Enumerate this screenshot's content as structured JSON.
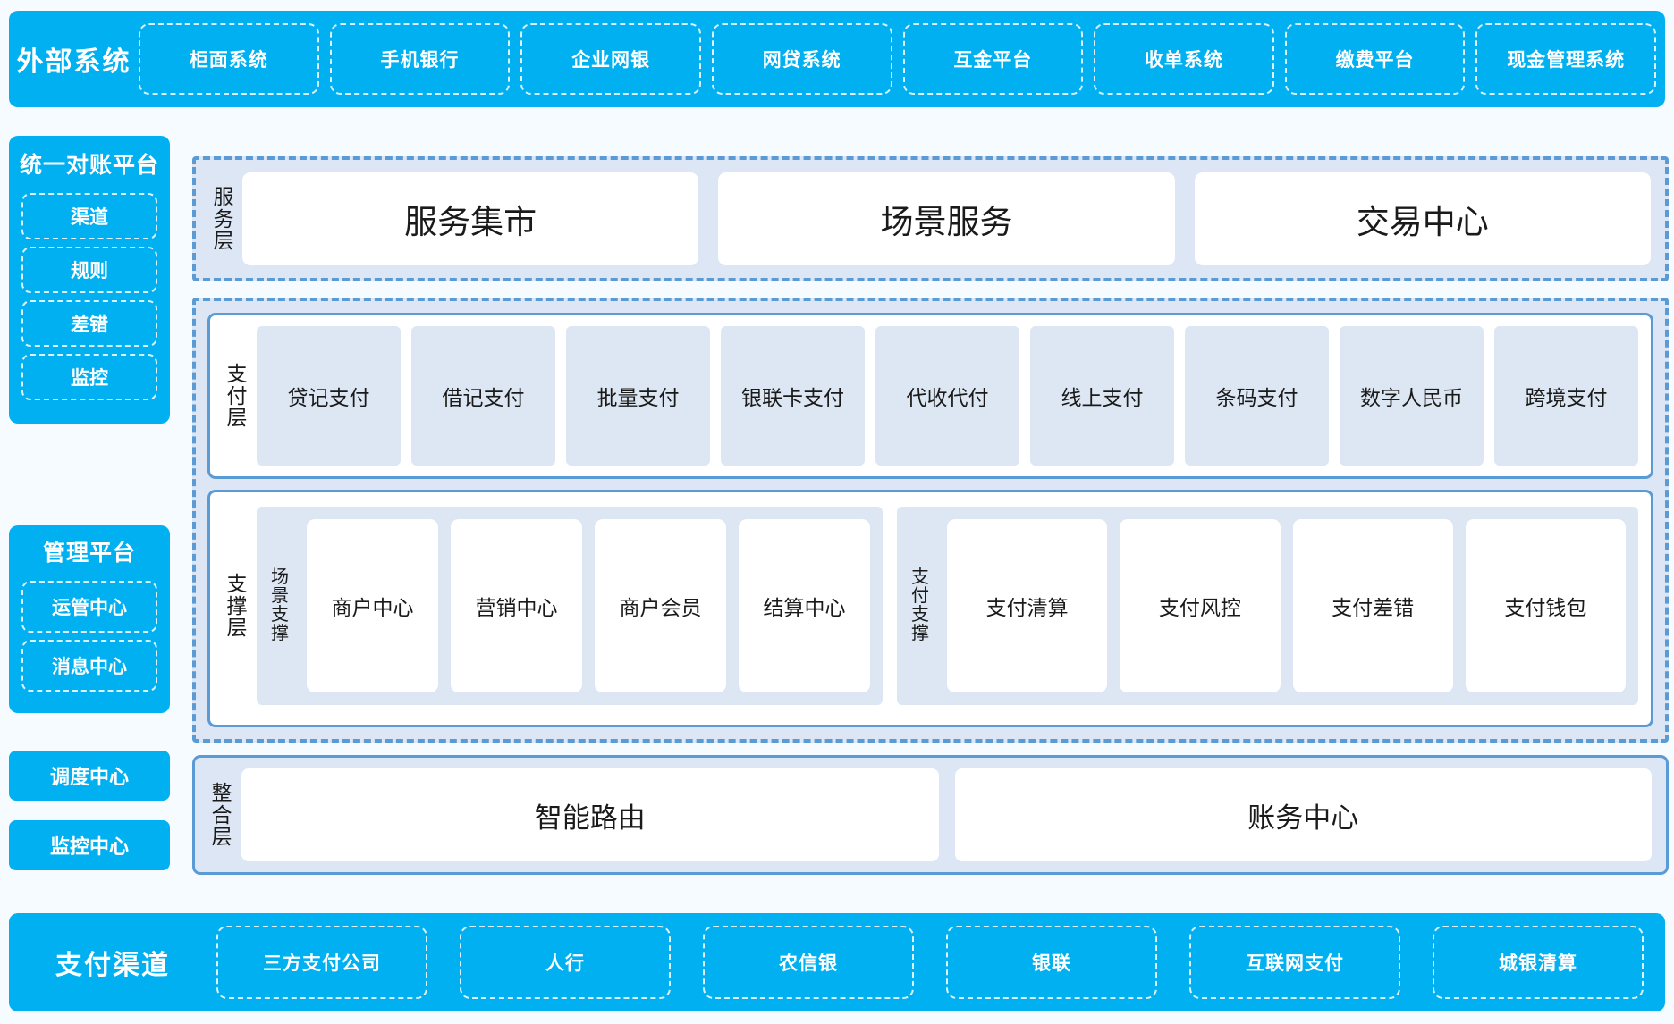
{
  "colors": {
    "brand_blue": "#00b0f0",
    "dashed_border": "#5b9bd5",
    "panel_fill": "#dce6f4",
    "card_fill": "#dde7f3",
    "page_bg": "#f5fbff",
    "white": "#ffffff"
  },
  "external_systems": {
    "title": "外部系统",
    "items": [
      "柜面系统",
      "手机银行",
      "企业网银",
      "网贷系统",
      "互金平台",
      "收单系统",
      "缴费平台",
      "现金管理系统"
    ]
  },
  "sidebar": {
    "reconciliation": {
      "title": "统一对账平台",
      "items": [
        "渠道",
        "规则",
        "差错",
        "监控"
      ]
    },
    "management": {
      "title": "管理平台",
      "items": [
        "运管中心",
        "消息中心"
      ]
    },
    "standalone": [
      "调度中心",
      "监控中心"
    ]
  },
  "service_layer": {
    "label": "服务层",
    "items": [
      "服务集市",
      "场景服务",
      "交易中心"
    ]
  },
  "payment_layer": {
    "label": "支付层",
    "items": [
      "贷记支付",
      "借记支付",
      "批量支付",
      "银联卡支付",
      "代收代付",
      "线上支付",
      "条码支付",
      "数字人民币",
      "跨境支付"
    ]
  },
  "support_layer": {
    "label": "支撑层",
    "groups": [
      {
        "label": "场景支撑",
        "items": [
          "商户中心",
          "营销中心",
          "商户会员",
          "结算中心"
        ]
      },
      {
        "label": "支付支撑",
        "items": [
          "支付清算",
          "支付风控",
          "支付差错",
          "支付钱包"
        ]
      }
    ]
  },
  "integration_layer": {
    "label": "整合层",
    "items": [
      "智能路由",
      "账务中心"
    ]
  },
  "payment_channels": {
    "title": "支付渠道",
    "items": [
      "三方支付公司",
      "人行",
      "农信银",
      "银联",
      "互联网支付",
      "城银清算"
    ]
  }
}
